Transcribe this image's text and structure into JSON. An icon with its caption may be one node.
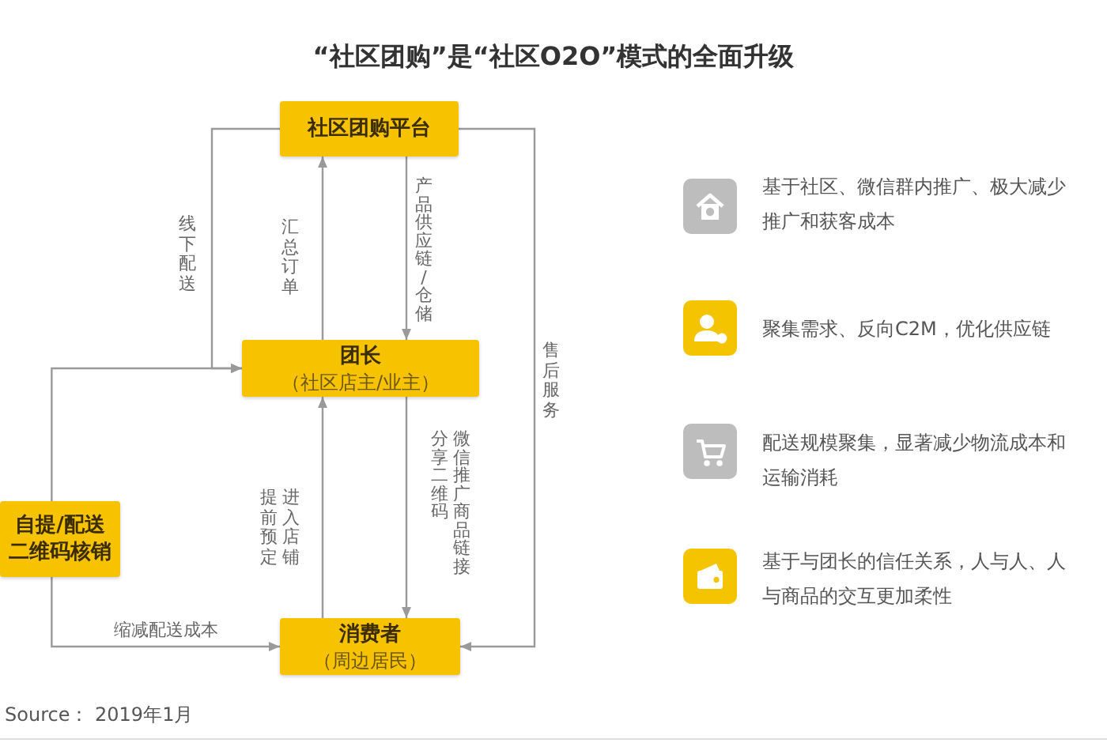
{
  "diagram": {
    "title": "“社区团购”是“社区O2O”模式的全面升级",
    "nodes": [
      {
        "text": [
          "社区团购平台"
        ]
      },
      {
        "text": [
          "团长",
          "（社区店主/业主）"
        ]
      },
      {
        "text": [
          "自提/配送",
          "二维码核销"
        ]
      },
      {
        "text": [
          "消费者",
          "（周边居民）"
        ]
      }
    ],
    "edges": [
      {
        "from": 0,
        "to": 1,
        "arrow": "to",
        "label": "线下配送"
      },
      {
        "from": 1,
        "to": 0,
        "arrow": "to",
        "label": "汇总订单"
      },
      {
        "from": 0,
        "to": 1,
        "arrow": "to",
        "label": "产品供应链/仓储"
      },
      {
        "from": 0,
        "to": 3,
        "arrow": "to",
        "label": "售后服务"
      },
      {
        "from": 2,
        "to": 1,
        "arrow": "to"
      },
      {
        "from": 3,
        "to": 1,
        "arrow": "to",
        "label": "进入店铺提前预定"
      },
      {
        "from": 1,
        "to": 3,
        "arrow": "to",
        "label": "微信推广商品链接分享二维码"
      },
      {
        "from": 2,
        "to": 3,
        "arrow": "to",
        "label": "缩减配送成本"
      }
    ],
    "labels": [
      "基于社区、微信群内推广、极大减少推广和获客成本",
      "聚集需求、反向C2M，优化供应链",
      "配送规模聚集，显著减少物流成本和运输消耗",
      "基于与团长的信任关系，人与人、人与商品的交互更加柔性",
      "Source： 2019年1月"
    ]
  }
}
